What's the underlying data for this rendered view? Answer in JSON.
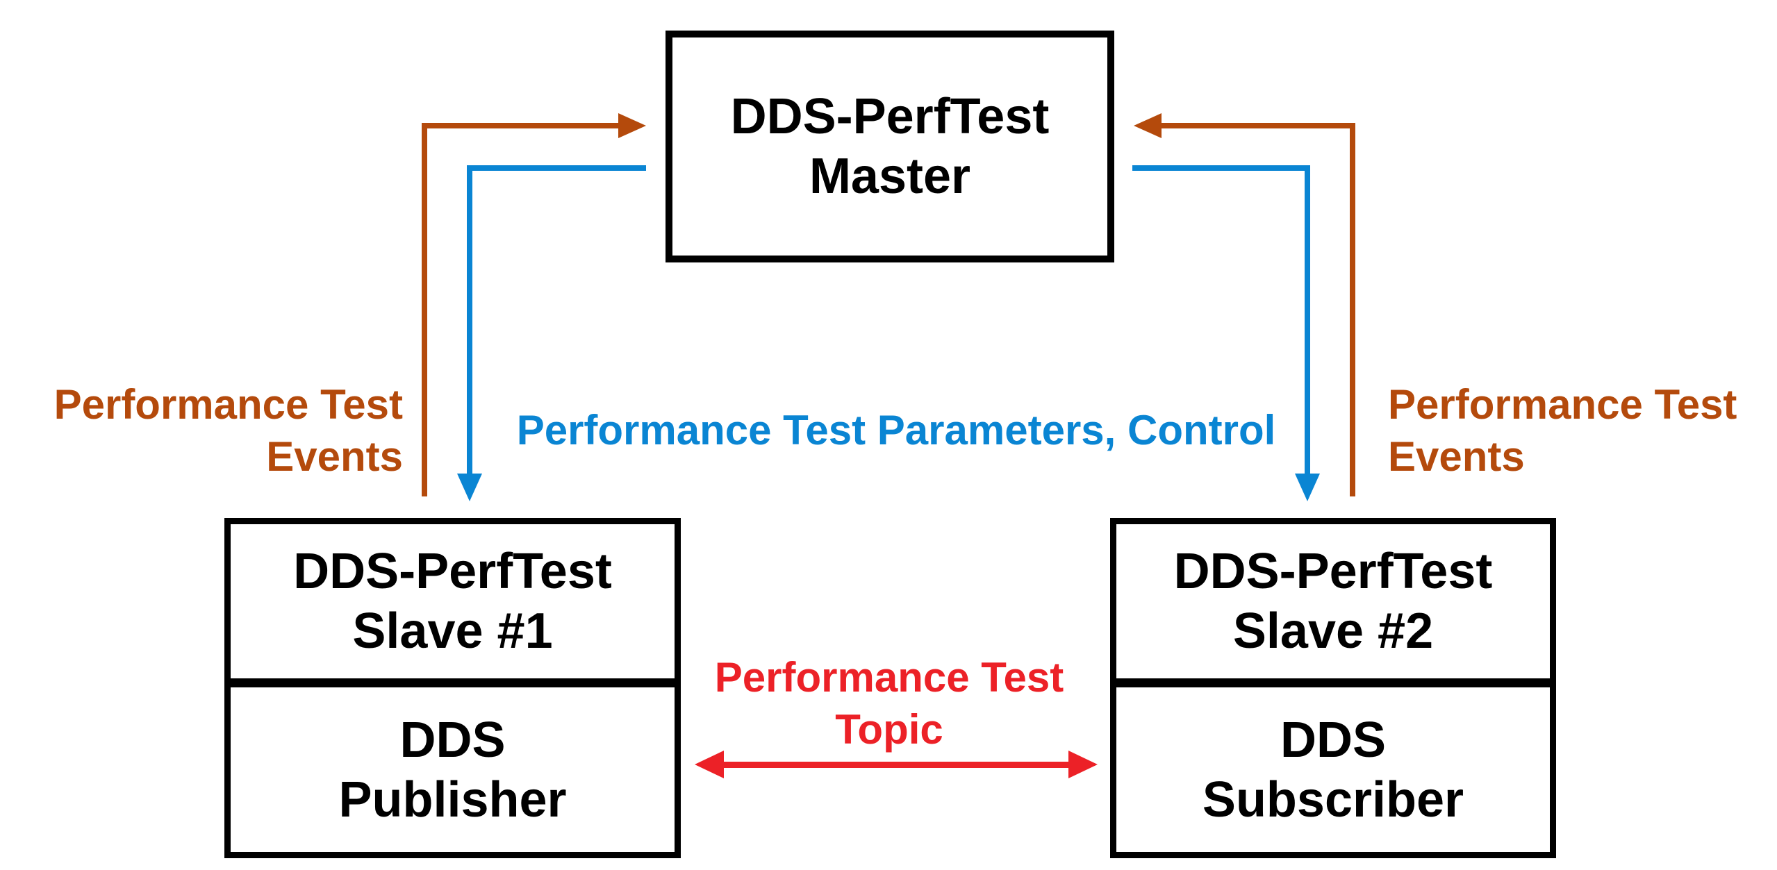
{
  "colors": {
    "events": "#b44a0c",
    "control": "#0a85d3",
    "topic": "#ec2127",
    "box_border": "#000000",
    "box_fill": "#ffffff",
    "box_text": "#000000"
  },
  "master": {
    "line1": "DDS-PerfTest",
    "line2": "Master"
  },
  "slave1": {
    "name_line1": "DDS-PerfTest",
    "name_line2": "Slave #1",
    "component_line1": "DDS",
    "component_line2": "Publisher"
  },
  "slave2": {
    "name_line1": "DDS-PerfTest",
    "name_line2": "Slave #2",
    "component_line1": "DDS",
    "component_line2": "Subscriber"
  },
  "labels": {
    "events_left_line1": "Performance Test",
    "events_left_line2": "Events",
    "events_right_line1": "Performance Test",
    "events_right_line2": "Events",
    "control": "Performance Test Parameters, Control",
    "topic_line1": "Performance Test",
    "topic_line2": "Topic"
  }
}
